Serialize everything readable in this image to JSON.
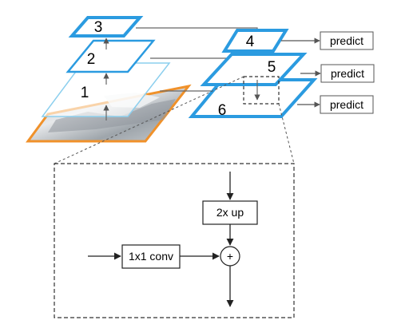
{
  "pyramid": {
    "left_levels": [
      "1",
      "2",
      "3"
    ],
    "right_levels": [
      "4",
      "5",
      "6"
    ]
  },
  "predict_boxes": [
    "predict",
    "predict",
    "predict"
  ],
  "detail": {
    "upsample_label": "2x up",
    "conv_label": "1x1 conv",
    "merge_symbol": "+"
  },
  "colors": {
    "pyramid_blue": "#2b9be0",
    "light_blue": "#8ccfee",
    "input_orange": "#f0912a",
    "line_gray": "#555555"
  }
}
